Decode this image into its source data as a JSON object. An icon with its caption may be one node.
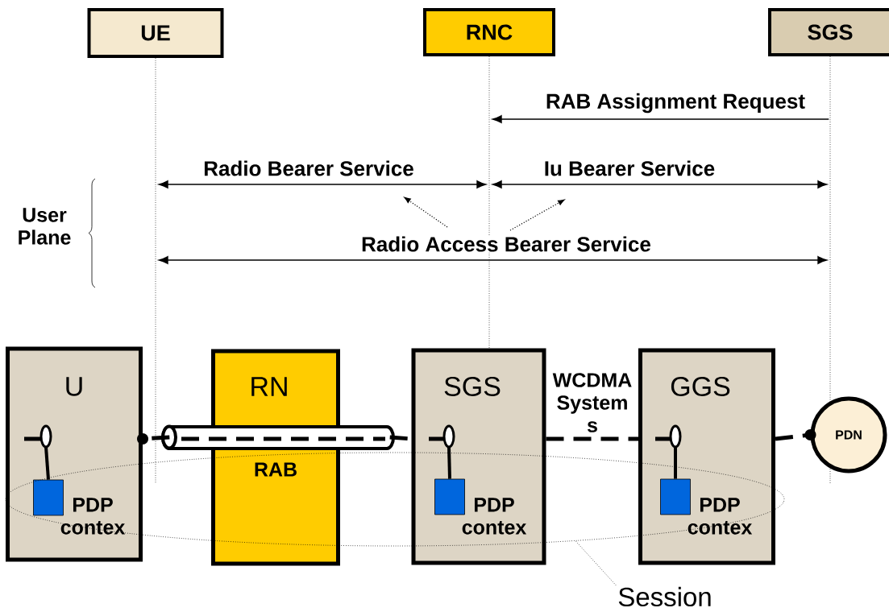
{
  "diagram": {
    "nodes": [
      {
        "text": [
          "UE"
        ]
      },
      {
        "text": [
          "RNC"
        ]
      },
      {
        "text": [
          "SGS"
        ]
      },
      {
        "text": [],
        "shape": "line"
      },
      {
        "text": [],
        "shape": "line"
      },
      {
        "text": [],
        "shape": "line"
      },
      {
        "text": [
          "U"
        ]
      },
      {
        "text": [],
        "shape": "box",
        "beside": [
          "PDP contex"
        ]
      },
      {
        "text": [
          "RN",
          "RAB"
        ]
      },
      {
        "text": [],
        "shape": "cylinder"
      },
      {
        "text": [
          "SGS"
        ]
      },
      {
        "text": [],
        "shape": "box",
        "beside": [
          "PDP contex"
        ]
      },
      {
        "text": [
          "GGS"
        ]
      },
      {
        "text": [],
        "shape": "box",
        "beside": [
          "PDP contex"
        ]
      },
      {
        "text": [
          "PDN"
        ]
      },
      {
        "text": [],
        "shape": "ellipse"
      },
      {
        "text": [
          "Session"
        ]
      }
    ],
    "edges": [
      {
        "from": 5,
        "to": 4,
        "arrow": "to",
        "label": "RAB Assignment Request"
      },
      {
        "from": 3,
        "to": 4,
        "arrow": "both",
        "label": "Radio Bearer Service"
      },
      {
        "from": 4,
        "to": 5,
        "arrow": "both",
        "label": "Iu Bearer Service"
      },
      {
        "from": 3,
        "to": 5,
        "arrow": "both",
        "label": "Radio Access Bearer Service"
      },
      {
        "from": 9,
        "to": 6,
        "arrow": "other",
        "style": "dashed"
      },
      {
        "from": 9,
        "to": 10,
        "arrow": "none",
        "style": "dashed"
      },
      {
        "from": 10,
        "to": 12,
        "arrow": "none",
        "style": "dashed"
      },
      {
        "from": 12,
        "to": 14,
        "arrow": "other",
        "style": "dashed"
      },
      {
        "from": 16,
        "to": 15,
        "arrow": "none",
        "style": "dashed"
      }
    ],
    "labels": [
      "User Plane",
      "WCDMA System s"
    ]
  }
}
